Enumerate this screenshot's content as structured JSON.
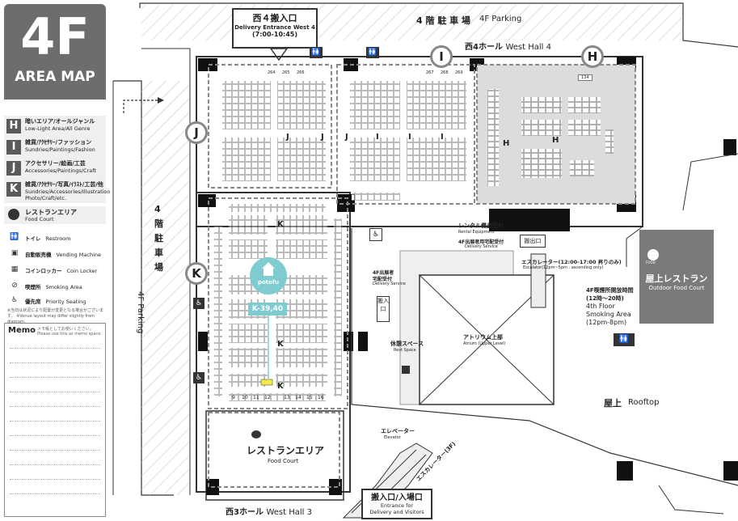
{
  "legend": {
    "floor": "4F",
    "subtitle": "AREA MAP",
    "areas": [
      {
        "key": "H",
        "jp": "暗いエリア/オールジャンル",
        "en": "Low-Light Area/All Genre"
      },
      {
        "key": "I",
        "jp": "雑貨/ｱｸｾｻﾘｰ/ファッション",
        "en": "Sundries/Paintings/Fashion"
      },
      {
        "key": "J",
        "jp": "アクセサリー/絵画/工芸",
        "en": "Accessories/Paintings/Craft"
      },
      {
        "key": "K",
        "jp": "雑貨/ｱｸｾｻﾘｰ/写真/ｲﾗｽﾄ/工芸/他",
        "en": "Sundries/Accessories/Illustration",
        "en2": "Photo/Craft/etc."
      }
    ],
    "food": {
      "jp": "レストランエリア",
      "en": "Food Court"
    },
    "facilities": [
      {
        "icon": "toilet-icon",
        "glyph": "🚻",
        "jp": "トイレ",
        "en": "Restroom"
      },
      {
        "icon": "vending-icon",
        "glyph": "▣",
        "jp": "自動販売機",
        "en": "Vending Machine"
      },
      {
        "icon": "locker-icon",
        "glyph": "▦",
        "jp": "コインロッカー",
        "en": "Coin Locker"
      },
      {
        "icon": "smoking-icon",
        "glyph": "⊘",
        "jp": "喫煙所",
        "en": "Smoking Area"
      },
      {
        "icon": "priority-seat-icon",
        "glyph": "♿",
        "jp": "優先席",
        "en": "Priority Seating"
      }
    ],
    "note": "※当日は状況により配置が変更となる場合がございます。 ※Venue layout may differ slightly from diagram.",
    "memo": {
      "title": "Memo",
      "note": "メモ帳としてお使いください。 Please use this as memo space."
    }
  },
  "map": {
    "parking_top_jp": "4 階 駐 車 場",
    "parking_top_en": "4F Parking",
    "parking_left_jp": "4 階 駐 車 場",
    "parking_left_en": "4F Parking",
    "hall_w4": {
      "jp": "西4ホール",
      "en": "West Hall 4"
    },
    "hall_w3": {
      "jp": "西3ホール",
      "en": "West Hall 3"
    },
    "entrance_w4": {
      "jp": "西４搬入口",
      "en": "Delivery Entrance West 4",
      "time": "(7:00-10:45)"
    },
    "entrance_main": {
      "jp": "搬入口/入場口",
      "en1": "Entrance for",
      "en2": "Delivery and Visitors"
    },
    "food_court": {
      "jp": "レストランエリア",
      "en": "Food Court"
    },
    "outdoor_food": {
      "jp": "屋上レストラン",
      "en": "Outdoor Food Court",
      "badge": "FOOD"
    },
    "rooftop": {
      "jp": "屋上",
      "en": "Rooftop"
    },
    "atrium": {
      "jp": "アトリウム上部",
      "en": "Atrium (Upper Level)"
    },
    "rest_space": {
      "jp": "休憩スペース",
      "en": "Rest Space"
    },
    "rental": {
      "jp": "レンタル備品受付",
      "en": "Rental Equipment"
    },
    "delivery_service_top": {
      "jp": "4F出展者用宅配受付",
      "en": "Delivery Service"
    },
    "delivery_service_left": {
      "jp": "4F出展者",
      "jp2": "宅配受付",
      "en": "Delivery Service"
    },
    "exit_label": "搬出口",
    "entrance_label": "搬入口",
    "escalator": {
      "jp": "エスカレーター(12:00-17:00 昇りのみ)",
      "en": "Escalator(12pm~5pm : ascending only)"
    },
    "elevator": {
      "jp": "エレベーター",
      "en": "Elevator"
    },
    "escalator_slope": "エスカレーター(3F)",
    "smoking": {
      "jp1": "4F喫煙所開放時間",
      "jp2": "(12時〜20時)",
      "en1": "4th Floor",
      "en2": "Smoking Area",
      "en3": "(12pm-8pm)"
    },
    "zones": {
      "H": "H",
      "I": "I",
      "J": "J",
      "K": "K"
    },
    "pin": {
      "brand": "potofu",
      "booth": "K-39,40"
    },
    "k_row_labels": [
      "K",
      "K",
      "K"
    ],
    "h_labels": [
      "H",
      "H"
    ],
    "i_labels": [
      "I",
      "I",
      "I"
    ],
    "j_labels": [
      "J",
      "J",
      "J"
    ],
    "bottom_row_numbers": [
      "9",
      "10",
      "11",
      "12",
      "13",
      "14",
      "15",
      "16"
    ],
    "h_top_booth": "134",
    "top_booths": [
      "264",
      "265",
      "266",
      "267",
      "268",
      "269"
    ],
    "food_badge": "FOOD"
  },
  "colors": {
    "panel_gray": "#6d6d6d",
    "hall_h_fill": "#d9d9d9",
    "pin_teal": "#7ecccf",
    "highlight_yellow": "#f5e94a",
    "food_gray": "#7a7a7a"
  }
}
